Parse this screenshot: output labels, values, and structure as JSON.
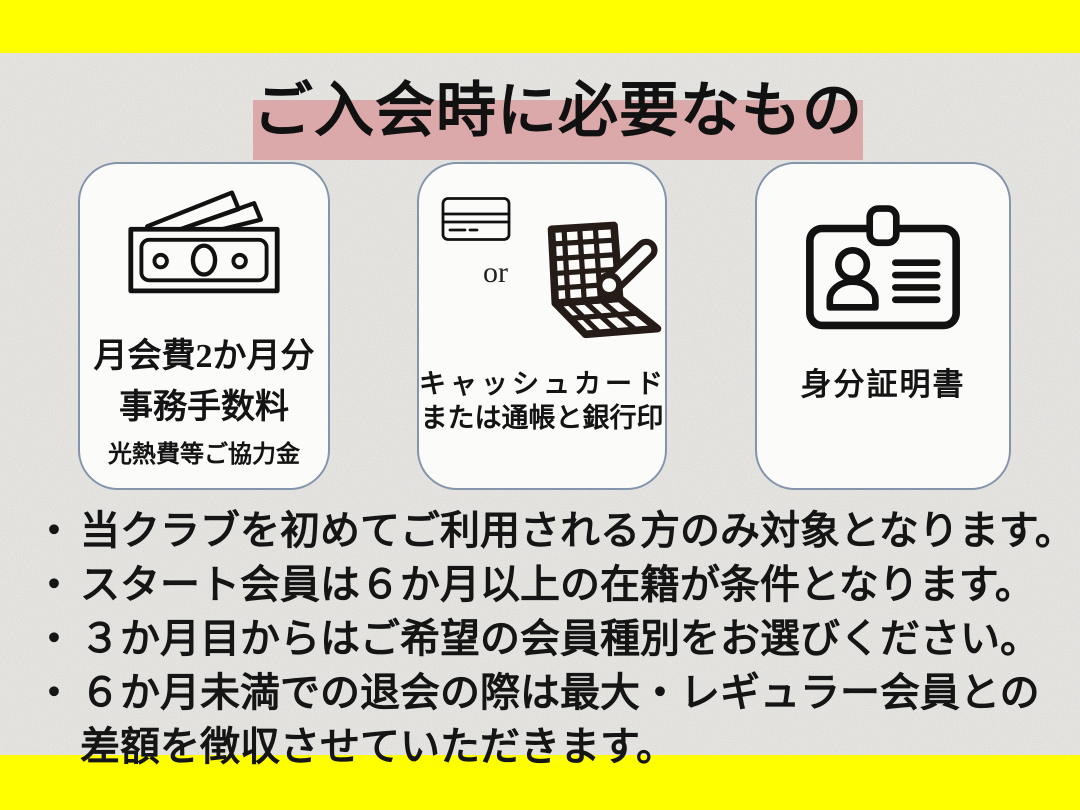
{
  "title": {
    "text": "ご入会時に必要なもの"
  },
  "cards": {
    "fees": {
      "icon": "banknotes-icon",
      "line1": "月会費2か月分",
      "line2": "事務手数料",
      "line3": "光熱費等ご協力金"
    },
    "payment": {
      "icons": [
        "cash-card-icon",
        "bankbook-seal-icon"
      ],
      "or_label": "or",
      "line1": "キャッシュカード",
      "line2": "または通帳と銀行印"
    },
    "identity": {
      "icon": "id-card-icon",
      "line1": "身分証明書"
    }
  },
  "notes": {
    "items": [
      {
        "bullet": "・",
        "text": "当クラブを初めてご利用される方のみ対象となります。"
      },
      {
        "bullet": "・",
        "text": "スタート会員は６か月以上の在籍が条件となります。"
      },
      {
        "bullet": "・",
        "text": "３か月目からはご希望の会員種別をお選びください。"
      },
      {
        "bullet": "・",
        "text": "６か月未満での退会の際は最大・レギュラー会員との"
      },
      {
        "bullet": "",
        "text": "差額を徴収させていただきます。"
      }
    ]
  },
  "colors": {
    "accent_bars": "#ffff00",
    "title_highlight": "#d9a1a2",
    "background": "#ecebe8",
    "card_background": "#fbfbf9",
    "card_border": "#8494ab",
    "text": "#141414",
    "icon_stroke": "#111111"
  }
}
